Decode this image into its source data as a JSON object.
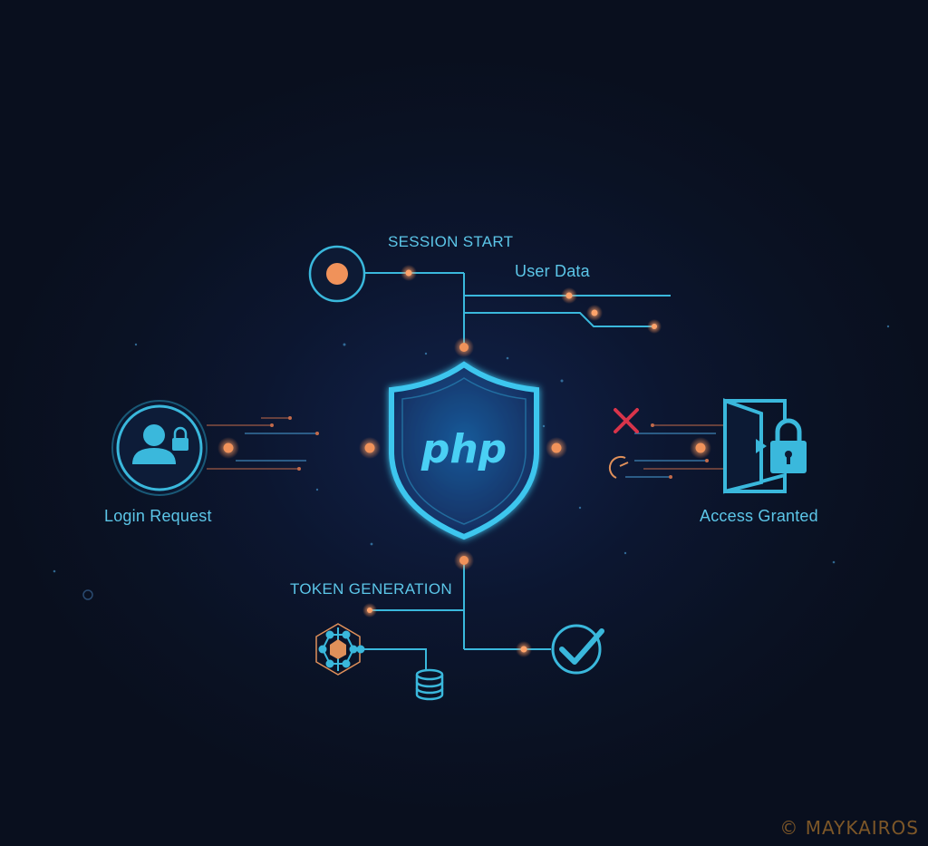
{
  "labels": {
    "session_start": "SESSION START",
    "user_data": "User Data",
    "login_request": "Login Request",
    "access_granted": "Access Granted",
    "token_generation": "TOKEN GENERATION"
  },
  "logo_text": "php",
  "watermark": "© MAYKAIROS",
  "colors": {
    "background": "#0b1326",
    "line_cyan": "#3ab8dc",
    "node_orange": "#f0925a",
    "deny_red": "#d8344a",
    "label_text": "#5cc6e8"
  }
}
